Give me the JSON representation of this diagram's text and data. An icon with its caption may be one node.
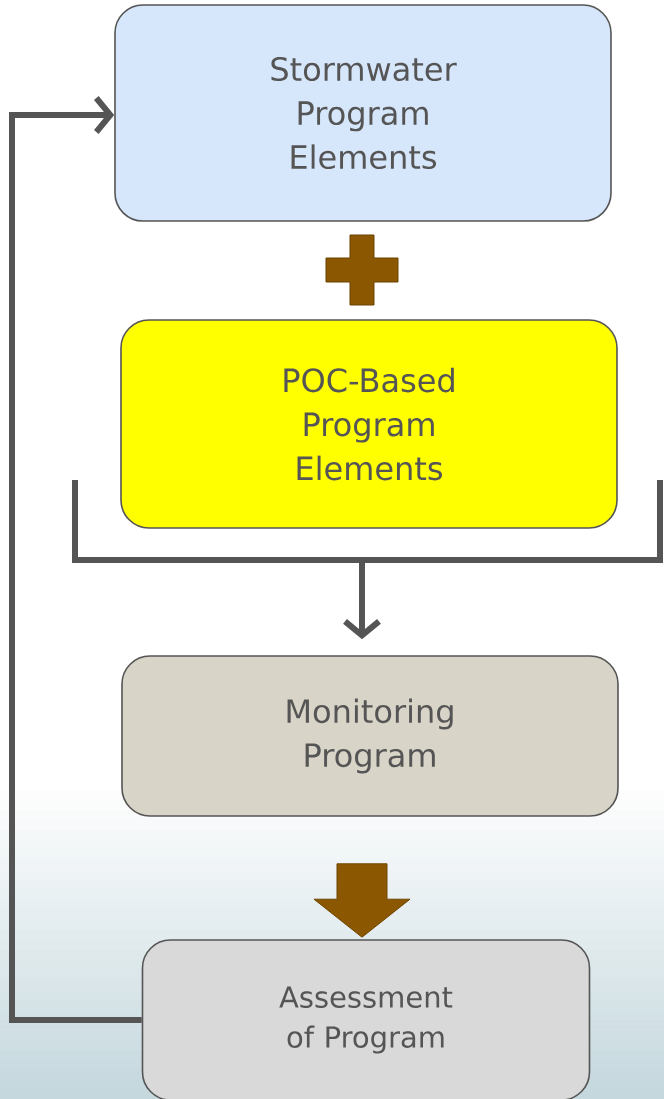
{
  "diagram": {
    "nodes": [
      {
        "text": [
          "Stormwater Program Elements"
        ]
      },
      {
        "text": [
          "POC-Based Program Elements"
        ]
      },
      {
        "text": [
          "Monitoring Program"
        ]
      },
      {
        "text": [
          "Assessment of Program"
        ]
      }
    ],
    "edges": [
      {
        "from": 1,
        "to": 2,
        "arrow": "to"
      },
      {
        "from": 2,
        "to": 3,
        "arrow": "to",
        "style": "thick",
        "color": "#8b5700"
      },
      {
        "from": 3,
        "to": 0,
        "arrow": "to"
      }
    ]
  }
}
